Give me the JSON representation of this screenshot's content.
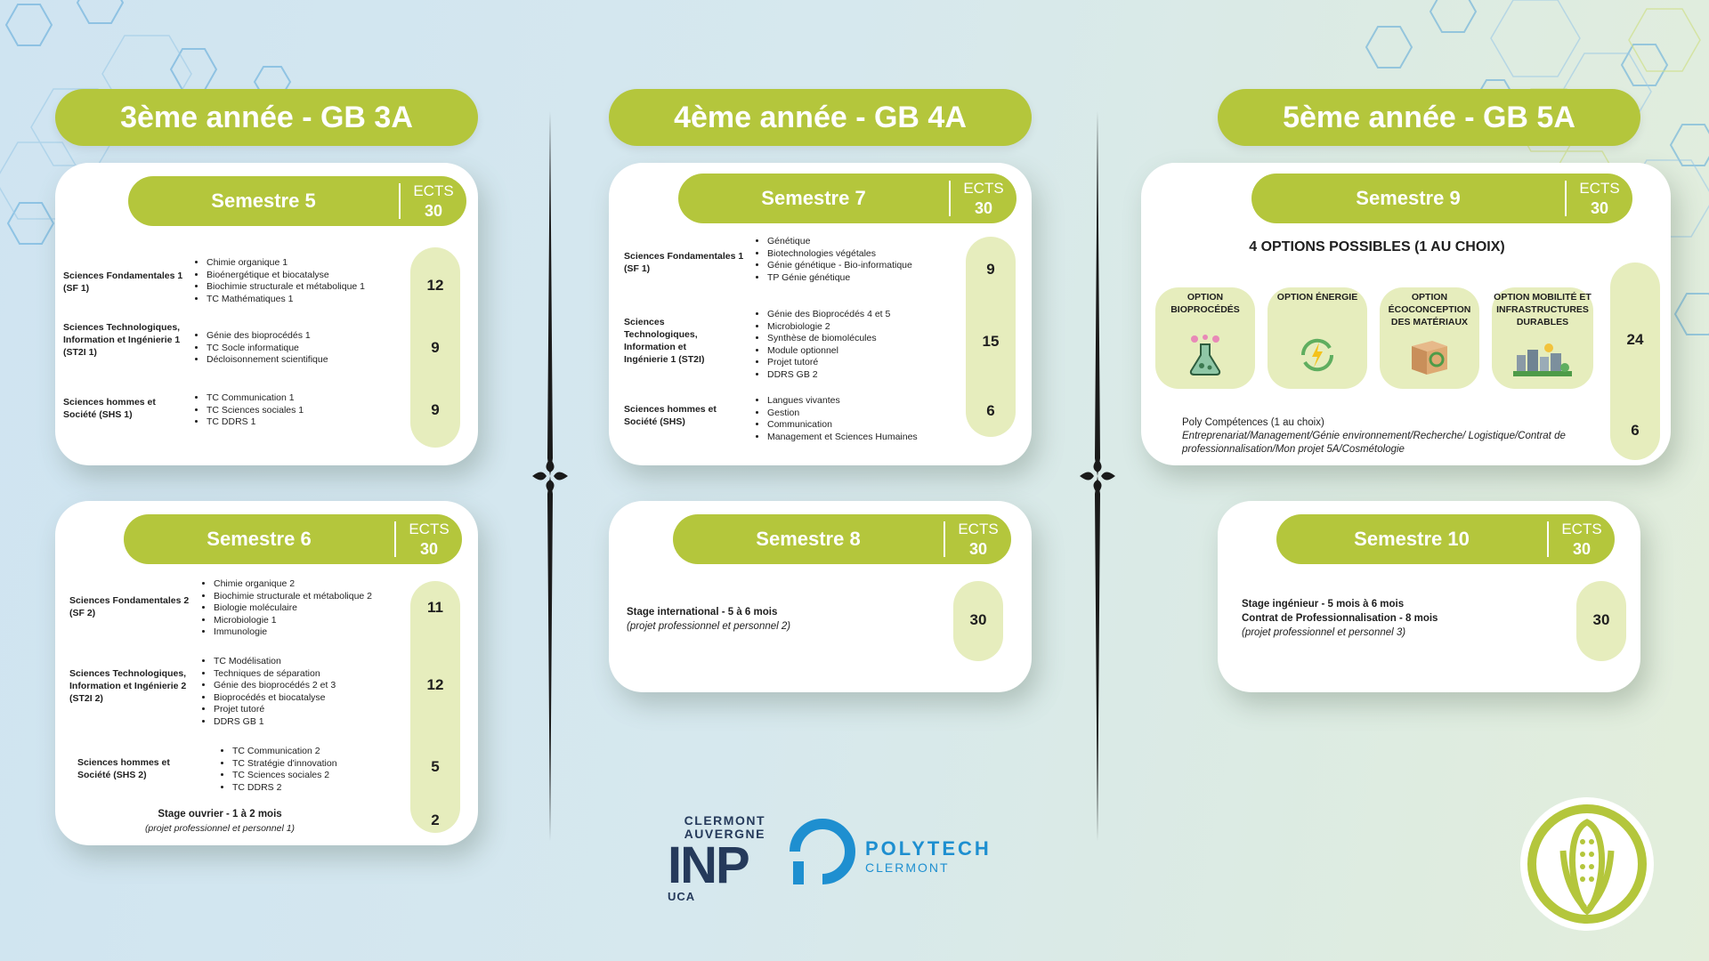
{
  "years": [
    {
      "title": "3ème année - GB 3A",
      "s1": {
        "name": "Semestre 5",
        "ects_label": "ECTS",
        "ects": "30",
        "rows": [
          {
            "label": "Sciences Fondamentales 1 (SF 1)",
            "items": [
              "Chimie organique 1",
              "Bioénergétique et biocatalyse",
              "Biochimie structurale et métabolique 1",
              "TC Mathématiques 1"
            ],
            "credits": "12"
          },
          {
            "label": "Sciences Technologiques, Information et Ingénierie 1 (ST2I 1)",
            "items": [
              "Génie des bioprocédés 1",
              "TC Socle informatique",
              "Décloisonnement scientifique"
            ],
            "credits": "9"
          },
          {
            "label": "Sciences hommes et Société (SHS 1)",
            "items": [
              "TC Communication 1",
              "TC Sciences sociales 1",
              "TC DDRS 1"
            ],
            "credits": "9"
          }
        ]
      },
      "s2": {
        "name": "Semestre 6",
        "ects_label": "ECTS",
        "ects": "30",
        "rows": [
          {
            "label": "Sciences Fondamentales 2 (SF 2)",
            "items": [
              "Chimie organique 2",
              "Biochimie structurale et métabolique 2",
              "Biologie moléculaire",
              "Microbiologie 1",
              "Immunologie"
            ],
            "credits": "11"
          },
          {
            "label": "Sciences Technologiques, Information et Ingénierie 2 (ST2I 2)",
            "items": [
              "TC Modélisation",
              "Techniques de séparation",
              "Génie des bioprocédés 2 et 3",
              "Bioprocédés et biocatalyse",
              "Projet tutoré",
              "DDRS GB 1"
            ],
            "credits": "12"
          },
          {
            "label": "Sciences hommes et Société (SHS 2)",
            "items": [
              "TC Communication 2",
              "TC Stratégie d'innovation",
              "TC Sciences sociales 2",
              "TC DDRS 2"
            ],
            "credits": "5"
          }
        ],
        "stage": "Stage ouvrier - 1 à 2 mois",
        "stage_note": "(projet professionnel et personnel 1)",
        "stage_credits": "2"
      }
    },
    {
      "title": "4ème année - GB 4A",
      "s1": {
        "name": "Semestre 7",
        "ects_label": "ECTS",
        "ects": "30",
        "rows": [
          {
            "label": "Sciences Fondamentales 1 (SF 1)",
            "items": [
              "Génétique",
              "Biotechnologies végétales",
              "Génie génétique - Bio-informatique",
              "TP Génie génétique"
            ],
            "credits": "9"
          },
          {
            "label": "Sciences Technologiques, Information et Ingénierie 1 (ST2I)",
            "items": [
              "Génie des Bioprocédés 4 et 5",
              "Microbiologie 2",
              "Synthèse de biomolécules",
              "Module optionnel",
              "Projet tutoré",
              "DDRS GB 2"
            ],
            "credits": "15"
          },
          {
            "label": "Sciences hommes et Société (SHS)",
            "items": [
              "Langues vivantes",
              "Gestion",
              "Communication",
              "Management et Sciences Humaines"
            ],
            "credits": "6"
          }
        ]
      },
      "s2": {
        "name": "Semestre 8",
        "ects_label": "ECTS",
        "ects": "30",
        "line1": "Stage international - 5 à 6 mois",
        "note": "(projet professionnel et personnel 2)",
        "credits": "30"
      }
    },
    {
      "title": "5ème année - GB 5A",
      "s1": {
        "name": "Semestre 9",
        "ects_label": "ECTS",
        "ects": "30",
        "options_title": "4 OPTIONS POSSIBLES (1 AU CHOIX)",
        "options": [
          "OPTION BIOPROCÉDÉS",
          "OPTION ÉNERGIE",
          "OPTION ÉCOCONCEPTION DES MATÉRIAUX",
          "OPTION MOBILITÉ ET INFRASTRUCTURES DURABLES"
        ],
        "options_credits": "24",
        "poly_title": "Poly Compétences (1 au choix)",
        "poly_list": "Entreprenariat/Management/Génie environnement/Recherche/ Logistique/Contrat de professionnalisation/Mon projet 5A/Cosmétologie",
        "poly_credits": "6"
      },
      "s2": {
        "name": "Semestre 10",
        "ects_label": "ECTS",
        "ects": "30",
        "line1": "Stage ingénieur - 5 mois à 6 mois",
        "line2": "Contrat de Professionnalisation - 8 mois",
        "note": "(projet professionnel et personnel 3)",
        "credits": "30"
      }
    }
  ],
  "logos": {
    "inp_top": "CLERMONT",
    "inp_mid": "AUVERGNE",
    "inp_big": "INP",
    "inp_small": "UCA",
    "polytech": "POLYTECH",
    "polytech_sub": "CLERMONT"
  },
  "colors": {
    "accent": "#b4c63c",
    "light": "#e6edbd"
  }
}
